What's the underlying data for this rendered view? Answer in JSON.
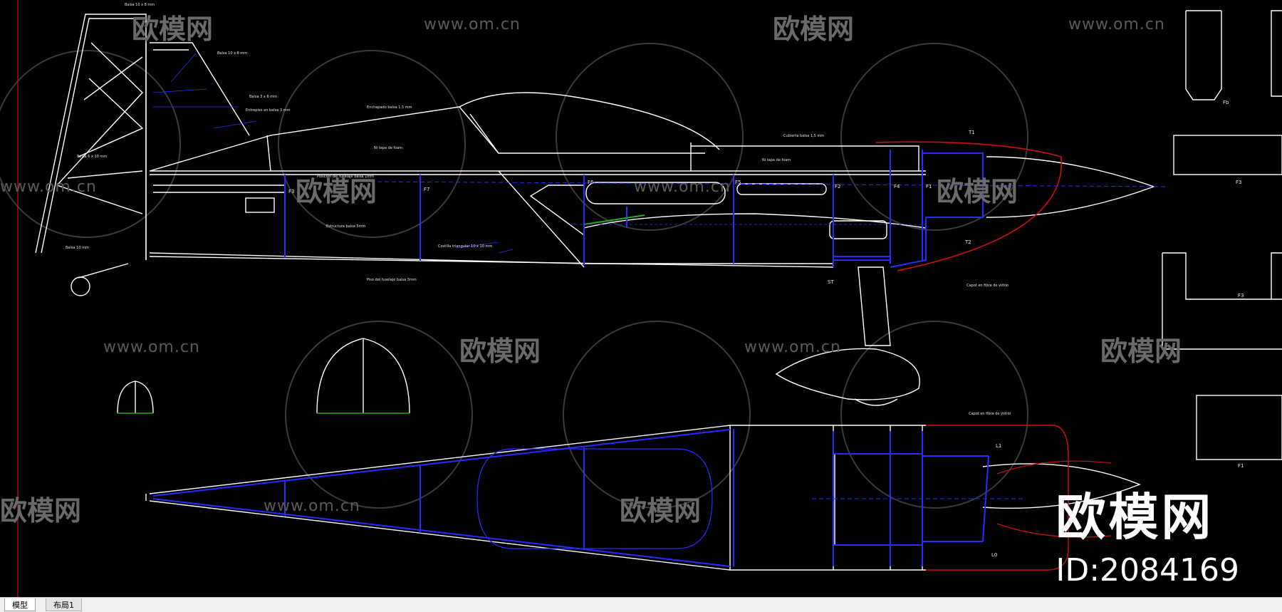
{
  "watermarks": {
    "url_text": "www.om.cn",
    "brand_text": "欧模网"
  },
  "brand": {
    "name": "欧模网",
    "id": "ID:2084169"
  },
  "drawing_labels": {
    "cut_balsa_1": "Balsa 10 x 8 mm",
    "cut_balsa_2": "Balsa 10 x 8 mm",
    "balsa_side": "Balsa 6 x 10 mm",
    "balsa_tail": "Balsa 10 mm",
    "balsa_3": "Balsa 3 x 6 mm",
    "entrepiso": "Entrepiso en balsa 3 mm",
    "enchapado_top": "Enchapado balsa 1,5 mm",
    "tapa_foam": "Ni tapa de foam",
    "cubierta": "Cubierta balsa 1,5 mm",
    "ni_tapa": "Ni tapa de foam",
    "estructura": "Estructura balsa 5mm",
    "costillas": "Costilla triangular 10 x 10 mm",
    "piso": "Piso del fuselaje balsa 3mm",
    "capot": "Capot en fibra de vidrio",
    "capot2": "Capot en fibra de vidrio",
    "posicion": "Posicion del fuselaje balsa 1mm"
  },
  "part_labels": {
    "F3": "F3",
    "F2": "F2",
    "F4": "F4",
    "F5": "F5",
    "F6": "F6",
    "F7": "F7",
    "F1": "F1",
    "T1": "T1",
    "T2": "T2",
    "ST": "ST",
    "L1": "L1",
    "L0": "L0",
    "Fb": "Fb",
    "Fs": "F3",
    "Fx": "F3",
    "Fy": "F1"
  },
  "tabs": [
    {
      "label": "模型",
      "active": true
    },
    {
      "label": "布局1",
      "active": false
    }
  ],
  "colors": {
    "background": "#000000",
    "line_white": "#ffffff",
    "line_blue": "#2a2aff",
    "line_red": "#cc1010",
    "line_green": "#22aa22",
    "tabbar": "#f0f0f0"
  }
}
